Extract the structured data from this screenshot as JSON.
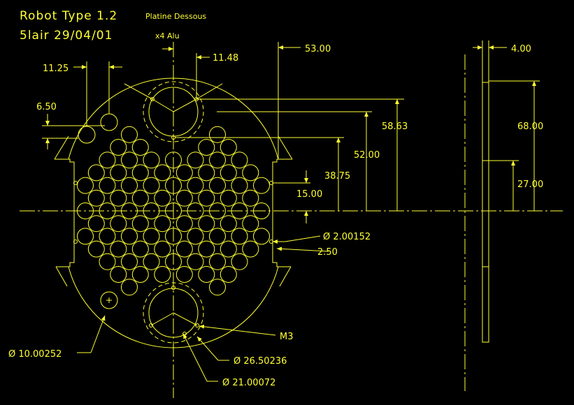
{
  "header": {
    "title": "Robot  Type  1.2",
    "subtitle": "Platine  Dessous",
    "author_date": "5lair  29/04/01",
    "note": "x4  Alu"
  },
  "dimensions": {
    "d_11_25": "11.25",
    "d_11_48": "11.48",
    "d_53_00": "53.00",
    "d_4_00": "4.00",
    "d_6_50": "6.50",
    "d_58_63": "58.63",
    "d_68_00": "68.00",
    "d_52_00": "52.00",
    "d_38_75": "38.75",
    "d_27_00": "27.00",
    "d_15_00": "15.00",
    "d_hole": "Ø  2.00152",
    "d_2_50": "2.50",
    "d_m3": "M3",
    "d_outer": "Ø  10.00252",
    "d_26": "Ø  26.50236",
    "d_21": "Ø  21.00072"
  },
  "colors": {
    "line": "#ffff33",
    "background": "#000000"
  }
}
